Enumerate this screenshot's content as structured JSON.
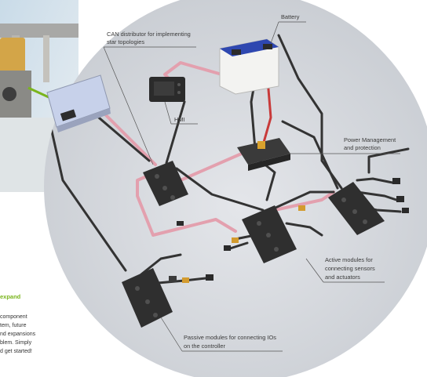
{
  "labels": {
    "battery": "Battery",
    "can_distributor": [
      "CAN distributor for implementing",
      "star topologies"
    ],
    "hmi": "HMI",
    "power_management": [
      "Power Management",
      "and protection"
    ],
    "active_modules": [
      "Active modules for",
      "connecting sensors",
      "and actuators"
    ],
    "passive_modules": [
      "Passive modules for connecting  IOs",
      "on the controller"
    ]
  },
  "sidebar": {
    "heading": "expand",
    "lines": [
      "component",
      "tem, future",
      "nd expansions",
      "blem. Simply",
      "d get started!"
    ]
  },
  "colors": {
    "circle_bg": "#d5d8dd",
    "accent_green": "#7ab51d",
    "cable_dark": "#333333",
    "cable_pink": "#e3a0ae",
    "cable_red": "#c83a3a",
    "battery_blue": "#2e47b0"
  }
}
